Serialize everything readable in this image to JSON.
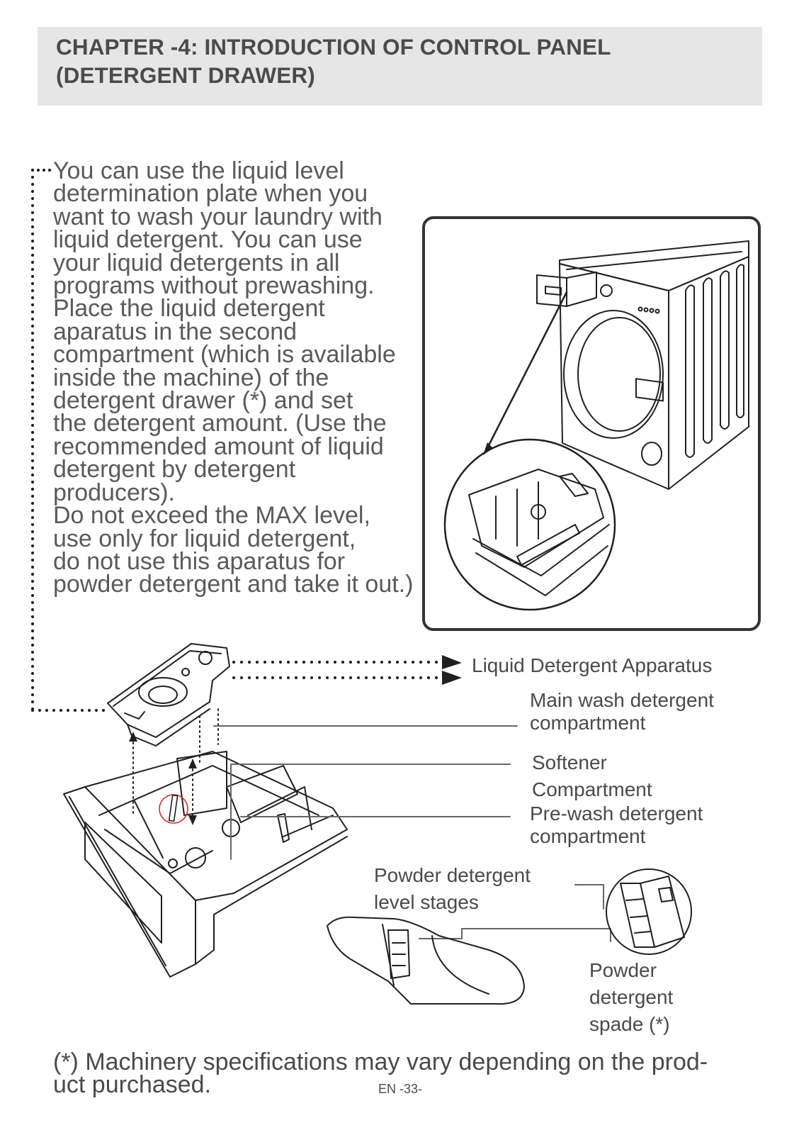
{
  "header": {
    "title_line1": "CHAPTER -4:  INTRODUCTION OF CONTROL PANEL",
    "title_line2": "(DETERGENT DRAWER)",
    "band_color": "#e6e6e7"
  },
  "intro": {
    "lines": [
      "You can use the liquid level",
      "determination plate when you",
      "want to wash your laundry with",
      "liquid detergent. You can use",
      "your liquid detergents in all",
      "programs without prewashing.",
      "Place the liquid detergent",
      "aparatus in the second",
      "compartment (which is available",
      "inside the machine) of the",
      "detergent drawer  (*) and set",
      "the detergent amount. (Use the",
      "recommended amount of liquid",
      "detergent by detergent",
      "producers).",
      "Do not exceed the MAX level,",
      "use only for liquid detergent,",
      "do not use this aparatus for",
      "powder detergent and take it out.)"
    ]
  },
  "callouts": {
    "liquid_apparatus": "Liquid Detergent Apparatus",
    "main_wash_1": "Main wash detergent",
    "main_wash_2": "compartment",
    "softener_1": "Softener",
    "softener_2": "Compartment",
    "prewash_1": "Pre-wash detergent",
    "prewash_2": "compartment",
    "powder_level_1": "Powder detergent",
    "powder_level_2": "level stages",
    "powder_spade_1": "Powder",
    "powder_spade_2": "detergent",
    "powder_spade_3": "spade (*)"
  },
  "footnote": {
    "line1": "(*) Machinery specifications may vary depending on the prod-",
    "line2": "uct purchased."
  },
  "page_number": "EN -33-",
  "colors": {
    "text": "#4a4a4c",
    "line_art": "#231f20",
    "highlight_circle": "#e0262b"
  },
  "icons": {
    "machine": "washing-machine-illustration",
    "drawer": "detergent-drawer-illustration",
    "spade": "powder-spade-illustration"
  }
}
